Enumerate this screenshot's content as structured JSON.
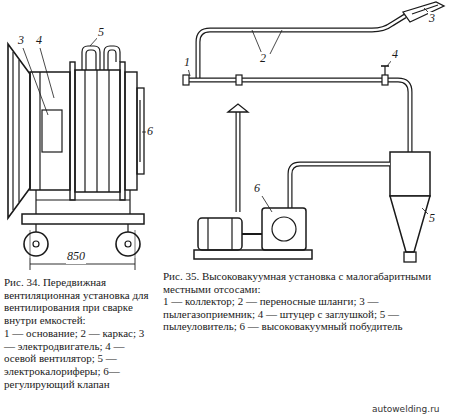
{
  "diagram": {
    "labels": [
      "3",
      "4",
      "5",
      "6",
      "850",
      "Рис. 34. Передвижная вентиляционная установка для вентилирования при сварке внутри емкостей:",
      "1 — основание; 2 — каркас; 3 — электродвигатель; 4 — осевой вентилятор; 5 — электрокалориферы; 6—регулирующий клапан",
      "3",
      "2",
      "1",
      "4",
      "5",
      "6",
      "Рис. 35. Высоковакуумная установка с малогабаритными местными отсосами:",
      "1 — коллектор; 2 — переносные шланги; 3 — пылегазоприемник; 4 — штуцер с заглушкой; 5 — пылеуловитель; 6 — высоковакуумный побудитель",
      "autowelding.ru"
    ]
  }
}
